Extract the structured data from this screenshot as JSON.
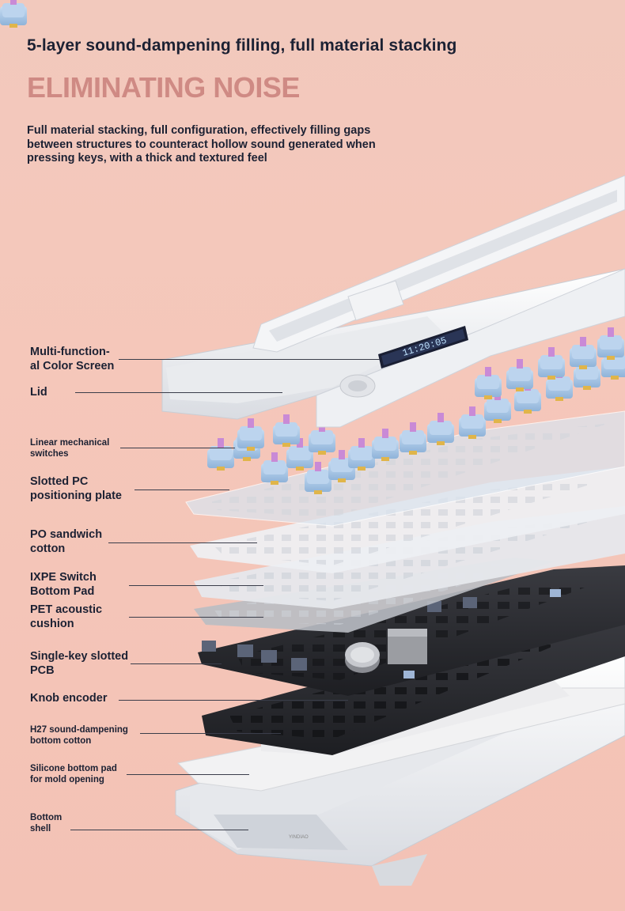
{
  "header": {
    "subtitle": "5-layer sound-dampening filling, full material stacking",
    "headline": "ELIMINATING NOISE",
    "description": "Full material stacking, full configuration, effectively filling gaps between structures to counteract hollow sound generated when pressing keys, with a thick and textured feel"
  },
  "labels": [
    {
      "id": "screen",
      "text": "Multi-function-\nal Color Screen"
    },
    {
      "id": "lid",
      "text": "Lid"
    },
    {
      "id": "switches",
      "text": "Linear mechanical\nswitches"
    },
    {
      "id": "plate",
      "text": "Slotted PC\npositioning plate"
    },
    {
      "id": "po",
      "text": "PO sandwich\ncotton"
    },
    {
      "id": "ixpe",
      "text": "IXPE Switch\nBottom Pad"
    },
    {
      "id": "pet",
      "text": "PET acoustic\ncushion"
    },
    {
      "id": "pcb",
      "text": "Single-key slotted\nPCB"
    },
    {
      "id": "knob",
      "text": "Knob encoder"
    },
    {
      "id": "h27",
      "text": "H27 sound-dampening\nbottom cotton"
    },
    {
      "id": "silicone",
      "text": "Silicone bottom pad\nfor mold opening"
    },
    {
      "id": "bottom",
      "text": "Bottom\nshell"
    }
  ],
  "screen_text": "11:20:05",
  "bottom_shell_brand": "YINDIAO",
  "colors": {
    "background": "#f4c8bb",
    "headline": "#cf8a84",
    "text": "#1c2133",
    "keycap_blue": "#a9c8e8",
    "switch_stem": "#c98ad6",
    "shell_white": "#f3f4f6",
    "pcb_black": "#2a2b30"
  }
}
